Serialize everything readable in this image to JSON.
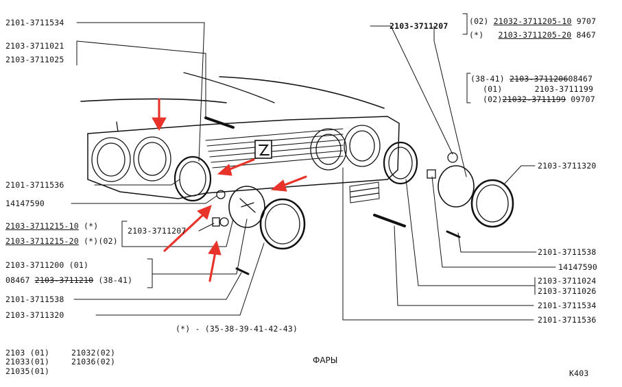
{
  "labels": {
    "l_3711534_top": "2101-3711534",
    "l_3711021": "2103-3711021",
    "l_3711025": "2103-3711025",
    "l_3711536_left": "2101-3711536",
    "l_14147590_left": "14147590",
    "l_3711215_10": "2103-3711215-10",
    "l_3711215_10_suffix": "(*)",
    "l_3711215_20": "2103-3711215-20",
    "l_3711215_20_suffix": "(*)(02)",
    "l_3711207_mid": "2103-3711207",
    "l_3711200": "2103-3711200 (01)",
    "l_08467": "08467",
    "l_3711210": "2103-3711210",
    "l_3711210_suffix": "(38-41)",
    "l_3711538_left": "2101-3711538",
    "l_3711320_left": "2103-3711320",
    "l_3711207_top": "2103-3711207",
    "l_02": "(02)",
    "l_21032_3711205_10": "21032-3711205-10",
    "l_9707": "9707",
    "l_star": "(*)",
    "l_3711205_20": "2103-3711205-20",
    "l_8467": "8467",
    "l_3841": "(38-41)",
    "l_3711206": "2103-3711206",
    "l_08467b": "08467",
    "l_01": "(01)",
    "l_3711199": "2103-3711199",
    "l_02b": "(02)",
    "l_21032_3711199": "21032-3711199",
    "l_09707": "09707",
    "l_3711320_right": "2103-3711320",
    "l_3711538_right": "2101-3711538",
    "l_14147590_right": "14147590",
    "l_3711024": "2103-3711024",
    "l_3711026": "2103-3711026",
    "l_3711534_right": "2101-3711534",
    "l_3711536_right": "2101-3711536",
    "note": "(*) - (35-38-39-41-42-43)",
    "m1": "2103 (01)",
    "m2": "21033(01)",
    "m3": "21035(01)",
    "m4": "21032(02)",
    "m5": "21036(02)",
    "title": "ФАРЫ",
    "code": "K403"
  },
  "colors": {
    "ink": "#111111",
    "arrow": "#e8332a"
  }
}
